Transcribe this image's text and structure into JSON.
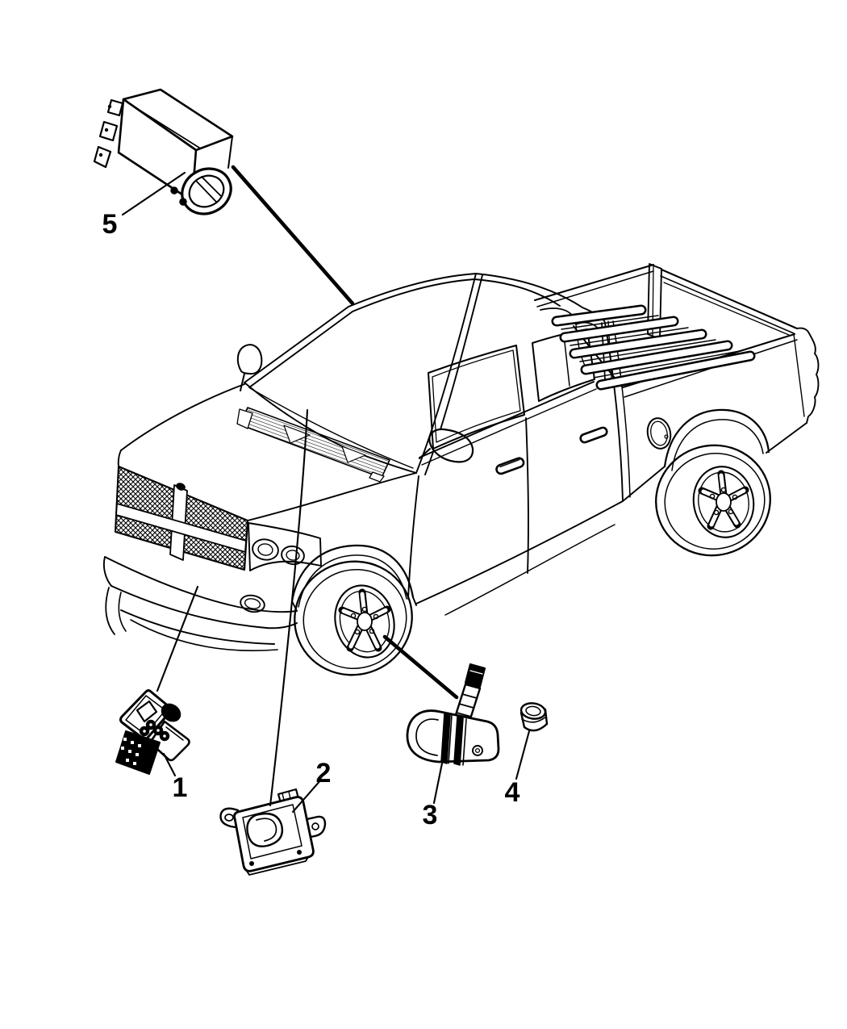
{
  "figure": {
    "background_color": "#ffffff",
    "line_color": "#000000"
  },
  "callouts": [
    {
      "number": "1"
    },
    {
      "number": "2"
    },
    {
      "number": "3"
    },
    {
      "number": "4"
    },
    {
      "number": "5"
    }
  ]
}
